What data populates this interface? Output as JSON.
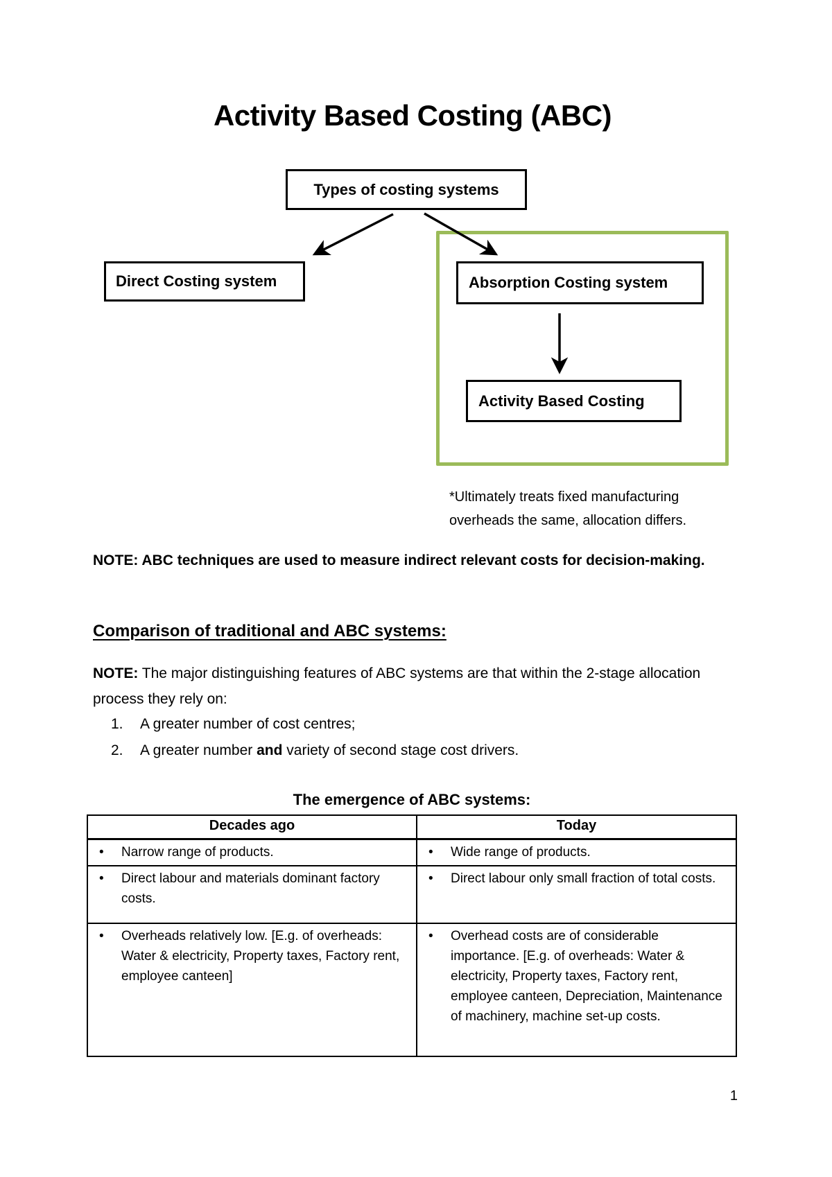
{
  "page": {
    "title": "Activity Based Costing (ABC)",
    "page_number": "1"
  },
  "diagram": {
    "root_box": "Types of costing systems",
    "left_box": "Direct Costing system",
    "right_box": "Absorption Costing system",
    "child_box": "Activity Based Costing",
    "footnote_line1": "*Ultimately treats fixed manufacturing",
    "footnote_line2": "overheads the same, allocation differs.",
    "green_border_color": "#9bbb59"
  },
  "note1": {
    "label": "NOTE:",
    "text": " ABC techniques are used to measure indirect relevant costs for decision-making."
  },
  "section": {
    "heading": "Comparison of traditional and ABC systems:",
    "note_label": "NOTE:",
    "note_text": " The major distinguishing features of ABC systems are that within the 2-stage allocation process they rely on:",
    "list": [
      {
        "number": "1.",
        "text": "A greater number of cost centres;"
      },
      {
        "number": "2.",
        "pre": "A greater number ",
        "bold": "and",
        "post": " variety of second stage cost drivers."
      }
    ]
  },
  "table_section": {
    "heading": "The emergence of ABC systems:",
    "bullet": "•",
    "columns": [
      "Decades ago",
      "Today"
    ],
    "rows": [
      [
        "Narrow range of products.",
        "Wide range of products."
      ],
      [
        "Direct labour and materials dominant factory costs.",
        "Direct labour only small fraction of total costs."
      ],
      [
        "Overheads relatively low. [E.g. of overheads: Water & electricity, Property taxes, Factory rent, employee canteen]",
        "Overhead costs are of considerable importance. [E.g. of overheads: Water & electricity, Property taxes, Factory rent, employee canteen, Depreciation, Maintenance of machinery, machine set-up costs."
      ]
    ]
  }
}
